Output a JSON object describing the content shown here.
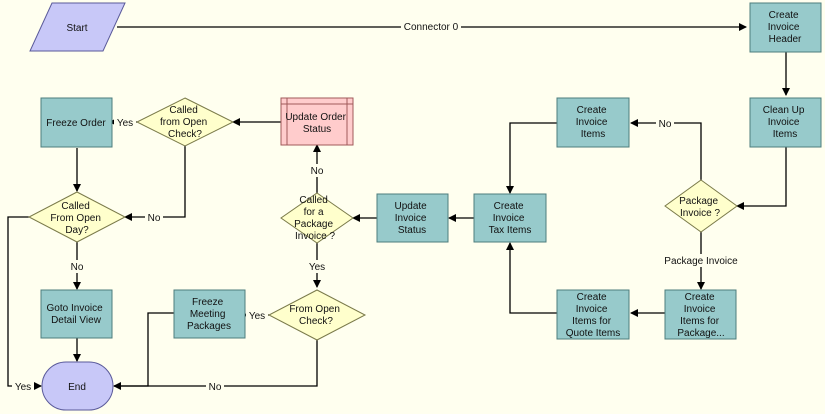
{
  "colors": {
    "background": "#ffffef",
    "process_fill": "#97cacb",
    "process_stroke": "#4d7d7d",
    "decision_fill": "#ffffcc",
    "decision_stroke": "#7a7a4a",
    "terminal_fill": "#c8c8f8",
    "terminal_stroke": "#5a5a9a",
    "subprocess_fill": "#ffcccc",
    "subprocess_stroke": "#a05a5a",
    "line": "#000000"
  },
  "nodes": {
    "start": "Start",
    "create_invoice_header": [
      "Create",
      "Invoice",
      "Header"
    ],
    "clean_up_invoice_items": [
      "Clean Up",
      "Invoice",
      "Items"
    ],
    "package_invoice_decision": [
      "Package",
      "Invoice ?"
    ],
    "create_invoice_items": [
      "Create",
      "Invoice",
      "Items"
    ],
    "create_invoice_tax_items": [
      "Create",
      "Invoice",
      "Tax Items"
    ],
    "create_items_for_package": [
      "Create",
      "Invoice",
      "Items for",
      "Package..."
    ],
    "create_items_for_quote": [
      "Create",
      "Invoice",
      "Items for",
      "Quote Items"
    ],
    "update_invoice_status": [
      "Update",
      "Invoice",
      "Status"
    ],
    "called_for_package_invoice": [
      "Called",
      "for a",
      "Package",
      "Invoice ?"
    ],
    "update_order_status": [
      "Update Order",
      "Status"
    ],
    "called_from_open_check": [
      "Called",
      "from Open",
      "Check?"
    ],
    "freeze_order": "Freeze Order",
    "called_from_open_day": [
      "Called",
      "From Open",
      "Day?"
    ],
    "goto_invoice_detail_view": [
      "Goto Invoice",
      "Detail View"
    ],
    "end": "End",
    "from_open_check": [
      "From Open",
      "Check?"
    ],
    "freeze_meeting_packages": [
      "Freeze",
      "Meeting",
      "Packages"
    ]
  },
  "edges": {
    "connector_0": "Connector 0",
    "no_package": "No",
    "package_invoice": "Package Invoice",
    "no_update_order": "No",
    "yes_from_open": "Yes",
    "yes_freeze_order": "Yes",
    "no_open_check": "No",
    "no_open_day": "No",
    "yes_open_day": "Yes",
    "yes_freeze_meeting": "Yes",
    "no_from_open_check": "No"
  }
}
